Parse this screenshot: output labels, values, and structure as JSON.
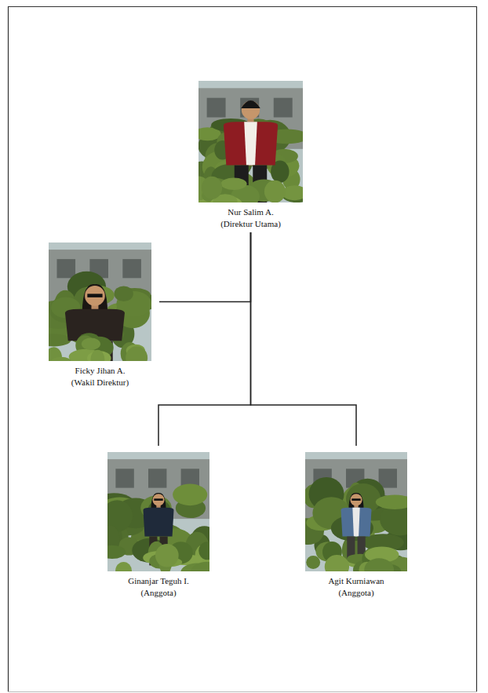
{
  "diagram": {
    "nodes": [
      {
        "text": [
          "Nur Salim A.",
          "(Direktur Utama)"
        ]
      },
      {
        "text": [
          "Ficky Jihan A.",
          "(Wakil Direktur)"
        ]
      },
      {
        "text": [
          "Ginanjar Teguh I.",
          "(Anggota)"
        ]
      },
      {
        "text": [
          "Agit Kurniawan",
          "(Anggota)"
        ]
      }
    ],
    "edges": [
      {
        "from": 0,
        "to": 1,
        "arrow": "none"
      },
      {
        "from": 0,
        "to": 2,
        "arrow": "none"
      },
      {
        "from": 0,
        "to": 3,
        "arrow": "none"
      }
    ]
  }
}
